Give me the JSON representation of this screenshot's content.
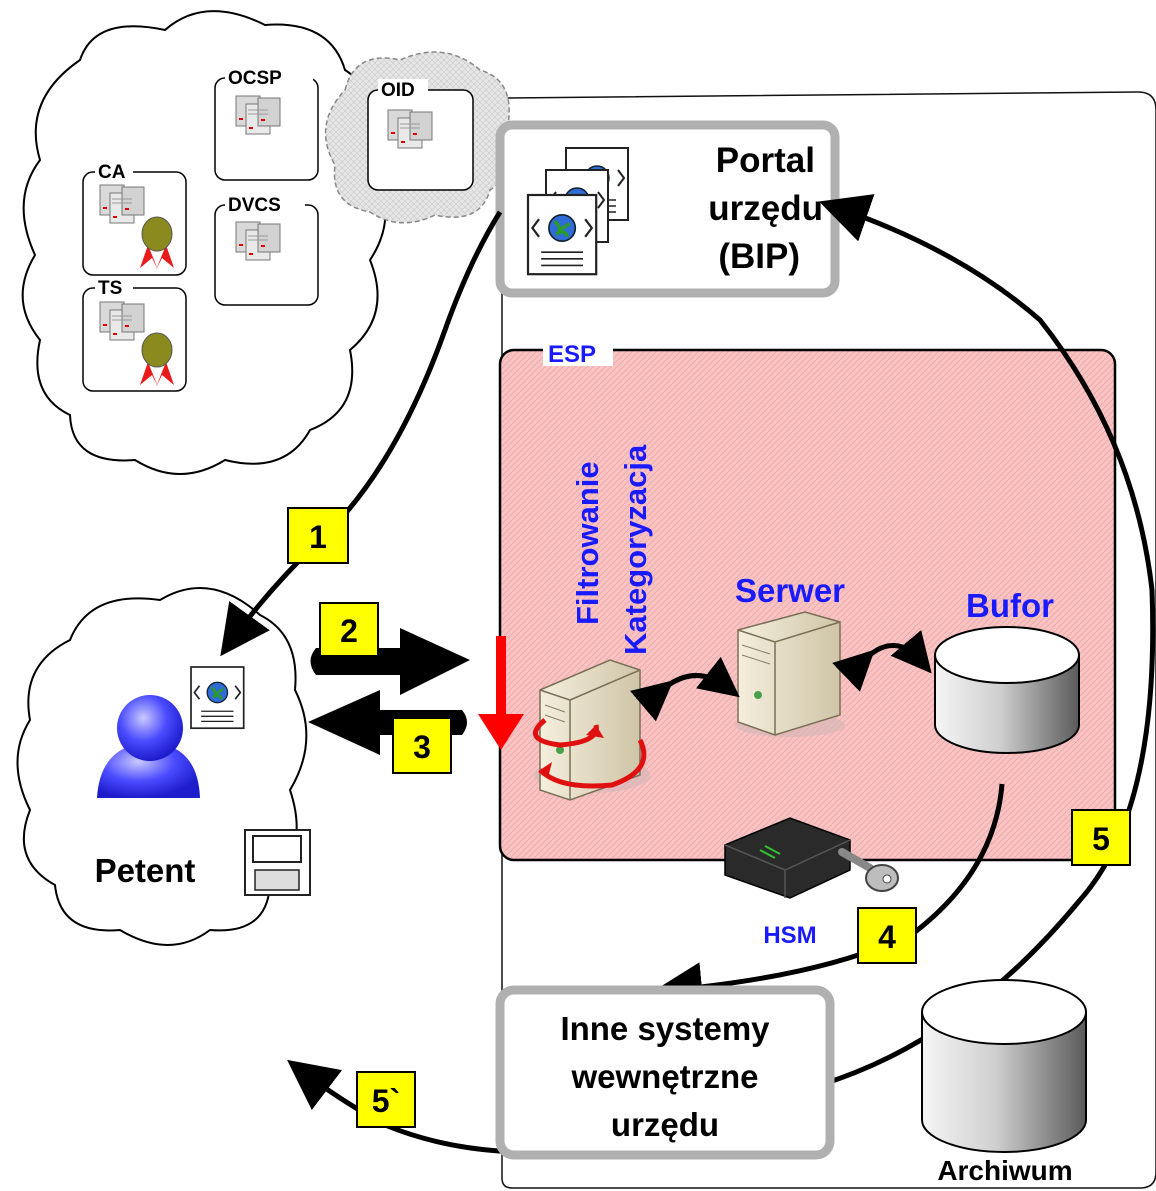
{
  "trust_services": {
    "ca": "CA",
    "ts": "TS",
    "ocsp": "OCSP",
    "dvcs": "DVCS",
    "oid": "OID"
  },
  "portal": {
    "line1": "Portal",
    "line2": "urzędu",
    "line3": "(BIP)"
  },
  "esp": {
    "label": "ESP",
    "filter_line1": "Filtrowanie",
    "filter_line2": "Kategoryzacja",
    "server_label": "Serwer",
    "buffer_label": "Bufor",
    "hsm_label": "HSM"
  },
  "petent": {
    "label": "Petent"
  },
  "internal_systems": {
    "line1": "Inne systemy",
    "line2": "wewnętrzne",
    "line3": "urzędu"
  },
  "archive": {
    "label": "Archiwum"
  },
  "steps": {
    "s1": "1",
    "s2": "2",
    "s3": "3",
    "s4": "4",
    "s5": "5",
    "s5b": "5`"
  },
  "colors": {
    "step_badge": "#ffff00",
    "esp_fill": "#f7c6c6",
    "blue_text": "#1a1aff",
    "red_arrow": "#ff0000",
    "frame_gray": "#b0b0b0"
  }
}
